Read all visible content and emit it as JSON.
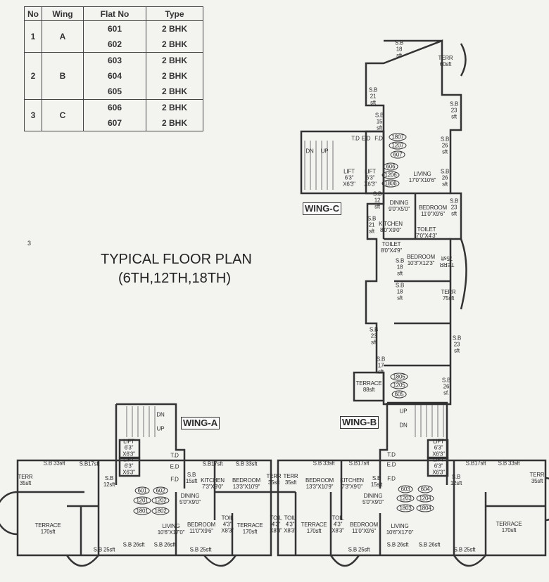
{
  "table": {
    "headers": [
      "No",
      "Wing",
      "Flat No",
      "Type"
    ],
    "groups": [
      {
        "no": "1",
        "wing": "A",
        "flats": [
          "601",
          "602"
        ],
        "types": [
          "2 BHK",
          "2 BHK"
        ]
      },
      {
        "no": "2",
        "wing": "B",
        "flats": [
          "603",
          "604",
          "605"
        ],
        "types": [
          "2 BHK",
          "2 BHK",
          "2 BHK"
        ]
      },
      {
        "no": "3",
        "wing": "C",
        "flats": [
          "606",
          "607"
        ],
        "types": [
          "2 BHK",
          "2 BHK"
        ]
      }
    ]
  },
  "title": {
    "line1": "TYPICAL FLOOR PLAN",
    "line2": "(6TH,12TH,18TH)"
  },
  "wings": {
    "a": "WING-A",
    "b": "WING-B",
    "c": "WING-C"
  },
  "margin_mark": "3",
  "labels": [
    {
      "text": "S.B\n18\nsft"
    },
    {
      "text": "TERR\n60sft"
    },
    {
      "text": "S.B\n21\nsft"
    },
    {
      "text": "S.B\n23\nsft"
    },
    {
      "text": "S.B\n15\nsft"
    },
    {
      "text": "T.D"
    },
    {
      "text": "E.D"
    },
    {
      "text": "F.D"
    },
    {
      "text": "1807",
      "oval": true
    },
    {
      "text": "1207",
      "oval": true
    },
    {
      "text": "607",
      "oval": true
    },
    {
      "text": "S.B\n26\nsft"
    },
    {
      "text": "DN"
    },
    {
      "text": "UP"
    },
    {
      "text": "606",
      "oval": true
    },
    {
      "text": "1206",
      "oval": true
    },
    {
      "text": "1806",
      "oval": true
    },
    {
      "text": "LIVING\n17'0\"X10'6\""
    },
    {
      "text": "S.B\n26\nsft"
    },
    {
      "text": "LIFT\n6'3\"\nX6'3\""
    },
    {
      "text": "LIFT\n6'3\"\nX6'3\""
    },
    {
      "text": "S.B\n12\nsft"
    },
    {
      "text": "DINING\n9'0\"X5'0\""
    },
    {
      "text": "BEDROOM\n11'0\"X9'6\""
    },
    {
      "text": "S.B\n23\nsft"
    },
    {
      "text": "S.B\n21\nsft"
    },
    {
      "text": "KITCHEN\n8'0\"X9'0\""
    },
    {
      "text": "TOILET\n7'0\"X4'3\""
    },
    {
      "text": "TOILET\n8'0\"X4'9\""
    },
    {
      "text": "BEDROOM\n10'3\"X12'3\""
    },
    {
      "text": "TERR\n75sft",
      "rotated": true
    },
    {
      "text": "S.B\n18\nsft"
    },
    {
      "text": "S.B\n18\nsft"
    },
    {
      "text": "TERR\n75sft"
    },
    {
      "text": "S.B\n23\nsft"
    },
    {
      "text": "S.B\n23\nsft"
    },
    {
      "text": "S.B\n17\nsft"
    },
    {
      "text": "1805",
      "oval": true
    },
    {
      "text": "1205",
      "oval": true
    },
    {
      "text": "605",
      "oval": true
    },
    {
      "text": "TERRACE\n88sft"
    },
    {
      "text": "S.B\n26\nsf."
    },
    {
      "text": "DN"
    },
    {
      "text": "UP"
    },
    {
      "text": "LIFT\n6'3\"\nX6'3\""
    },
    {
      "text": "LIFT\n6'3\"\nX6'3\""
    },
    {
      "text": "T.D"
    },
    {
      "text": "E.D"
    },
    {
      "text": "F.D"
    },
    {
      "text": "S.B 33sft"
    },
    {
      "text": "S.B17sft"
    },
    {
      "text": "S.B\n12sft"
    },
    {
      "text": "TERR\n35sft"
    },
    {
      "text": "S.B\n15sft"
    },
    {
      "text": "KITCHEN\n7'3\"X9'0\""
    },
    {
      "text": "S.B17sft"
    },
    {
      "text": "S.B 33sft"
    },
    {
      "text": "BEDROOM\n13'3\"X10'9\""
    },
    {
      "text": "601",
      "oval": true
    },
    {
      "text": "1201",
      "oval": true
    },
    {
      "text": "1801",
      "oval": true
    },
    {
      "text": "602",
      "oval": true
    },
    {
      "text": "1202",
      "oval": true
    },
    {
      "text": "1802",
      "oval": true
    },
    {
      "text": "DINING\n5'0\"X9'0\""
    },
    {
      "text": "TERRACE\n170sft"
    },
    {
      "text": "LIVING\n10'6\"X17'0\""
    },
    {
      "text": "BEDROOM\n11'0\"X9'6\""
    },
    {
      "text": "TOIL\n4'3\"\nX8'3\""
    },
    {
      "text": "TERRACE\n170sft"
    },
    {
      "text": "S.B 25sft"
    },
    {
      "text": "S.B 26sft"
    },
    {
      "text": "S.B 26sft"
    },
    {
      "text": "S.B 25sft"
    },
    {
      "text": "TERR\n35sft"
    },
    {
      "text": "TERR\n35sft"
    },
    {
      "text": "TOIL\n4'3\"\nX8'3\""
    },
    {
      "text": "TOIL\n4'3\"\nX8'3\""
    },
    {
      "text": "S.B 33sft"
    },
    {
      "text": "S.B17sft"
    },
    {
      "text": "BEDROOM\n13'3\"X10'9\""
    },
    {
      "text": "KITCHEN\n7'3\"X9'0\""
    },
    {
      "text": "S.B\n15sft"
    },
    {
      "text": "DINING\n5'0\"X9'0\""
    },
    {
      "text": "T.D"
    },
    {
      "text": "E.D"
    },
    {
      "text": "F.D"
    },
    {
      "text": "UP"
    },
    {
      "text": "DN"
    },
    {
      "text": "LIFT\n6'3\"\nX6'3\""
    },
    {
      "text": "LIFT\n6'3\"\nX6'3\""
    },
    {
      "text": "S.B\n12sft"
    },
    {
      "text": "S.B17sft"
    },
    {
      "text": "S.B 33sft"
    },
    {
      "text": "TERR\n35sft"
    },
    {
      "text": "603",
      "oval": true
    },
    {
      "text": "1203",
      "oval": true
    },
    {
      "text": "1803",
      "oval": true
    },
    {
      "text": "604",
      "oval": true
    },
    {
      "text": "1204",
      "oval": true
    },
    {
      "text": "1804",
      "oval": true
    },
    {
      "text": "TERRACE\n170sft"
    },
    {
      "text": "TOIL\n4'3\"\nX8'3\""
    },
    {
      "text": "BEDROOM\n11'0\"X9'6\""
    },
    {
      "text": "LIVING\n10'6\"X17'0\""
    },
    {
      "text": "TERRACE\n170sft"
    },
    {
      "text": "S.B 25sft"
    },
    {
      "text": "S.B 26sft"
    },
    {
      "text": "S.B 26sft"
    },
    {
      "text": "S.B 25sft"
    }
  ]
}
